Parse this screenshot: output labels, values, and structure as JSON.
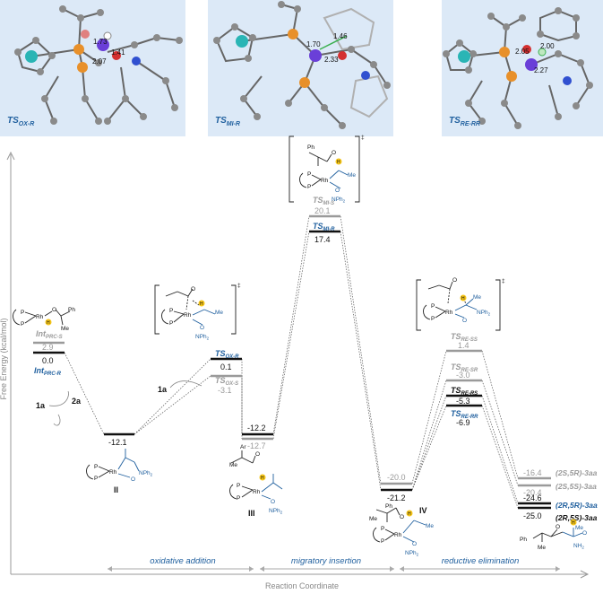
{
  "panels": [
    {
      "label_main": "TS",
      "label_sub": "OX-R",
      "distances": [
        "1.73",
        "1.41",
        "2.07"
      ]
    },
    {
      "label_main": "TS",
      "label_sub": "MI-R",
      "distances": [
        "1.46",
        "1.70",
        "2.33"
      ]
    },
    {
      "label_main": "TS",
      "label_sub": "RE-RR",
      "distances": [
        "2.00",
        "2.05",
        "2.27"
      ]
    }
  ],
  "axes": {
    "ylabel": "Free Energy (kcal/mol)",
    "xlabel": "Reaction Coordinate"
  },
  "phases": [
    "oxidative addition",
    "migratory insertion",
    "reductive elimination"
  ],
  "species": {
    "II": "II",
    "III": "III",
    "IV": "IV"
  },
  "reagents": {
    "2a": "2a",
    "1a_left": "1a",
    "1a_mid": "1a"
  },
  "levels": {
    "int_s_name": "Int",
    "int_s_sub": "PRC-S",
    "int_s_val": "2.9",
    "int_r_name": "Int",
    "int_r_sub": "PRC-R",
    "int_r_val": "0.0",
    "ii_val": "-12.1",
    "tsox_r_name": "TS",
    "tsox_r_sub": "OX-R",
    "tsox_r_val": "0.1",
    "tsox_s_name": "TS",
    "tsox_s_sub": "OX-S",
    "tsox_s_val": "-3.1",
    "iii_r_val": "-12.2",
    "iii_s_val": "-12.7",
    "tsmi_s_name": "TS",
    "tsmi_s_sub": "MI-S",
    "tsmi_s_val": "20.1",
    "tsmi_r_name": "TS",
    "tsmi_r_sub": "MI-R",
    "tsmi_r_val": "17.4",
    "iv_s_val": "-20.0",
    "iv_r_val": "-21.2",
    "tsre_ss_name": "TS",
    "tsre_ss_sub": "RE-SS",
    "tsre_ss_val": "1.4",
    "tsre_sr_name": "TS",
    "tsre_sr_sub": "RE-SR",
    "tsre_sr_val": "-3.0",
    "tsre_rs_name": "TS",
    "tsre_rs_sub": "RE-RS",
    "tsre_rs_val": "-5.3",
    "tsre_rr_name": "TS",
    "tsre_rr_sub": "RE-RR",
    "tsre_rr_val": "-6.9",
    "p_2s5r_val": "-16.4",
    "p_2s5r_name": "(2S,5R)-3aa",
    "p_2s5s_val": "-20.4",
    "p_2s5s_name": "(2S,5S)-3aa",
    "p_2r5r_val": "-24.6",
    "p_2r5r_name": "(2R,5R)-3aa",
    "p_2r5s_val": "-25.0",
    "p_2r5s_name": "(2R,5S)-3aa"
  },
  "structure_text": {
    "rh": "Rh",
    "p": "P",
    "o": "O",
    "h": "H",
    "me": "Me",
    "ph": "Ph",
    "ar": "Ar",
    "nph2": "NPh",
    "nph2_sub": "2",
    "dagger": "‡"
  },
  "colors": {
    "blue": "#1f5f9e",
    "gray": "#9a9a9a",
    "black": "#111111",
    "yellow": "#f5c518",
    "panel": "#dce9f7"
  }
}
